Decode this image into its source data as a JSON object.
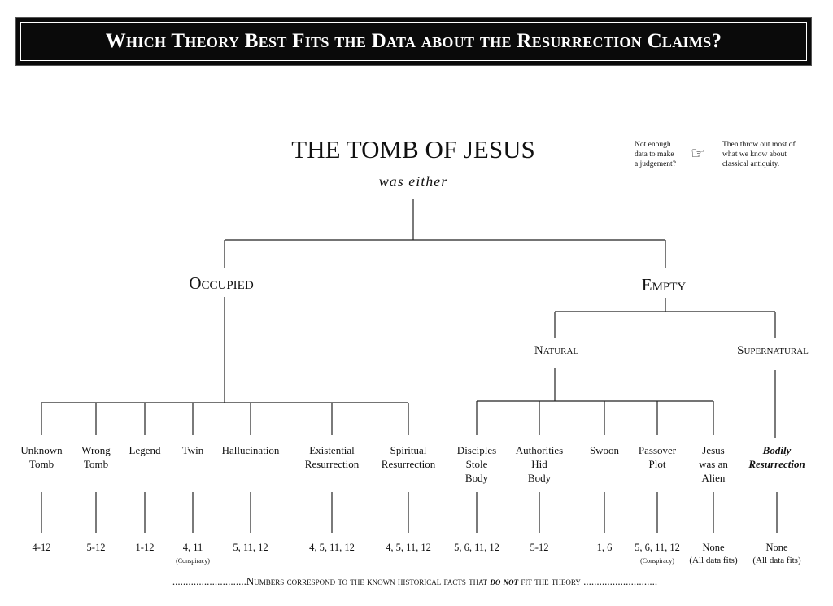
{
  "title": "Which Theory Best Fits the Data about the Resurrection Claims?",
  "root": {
    "title": "THE TOMB OF JESUS",
    "subtitle": "was either"
  },
  "note": {
    "left": [
      "Not enough",
      "data to make",
      "a judgement?"
    ],
    "icon": "pointing-hand-icon",
    "right": [
      "Then throw out most of",
      "what we know about",
      "classical antiquity."
    ]
  },
  "branches": {
    "occupied": "Occupied",
    "empty": "Empty",
    "natural": "Natural",
    "supernatural": "Supernatural"
  },
  "theories": [
    {
      "label": [
        "Unknown",
        "Tomb"
      ],
      "facts": "4-12"
    },
    {
      "label": [
        "Wrong",
        "Tomb"
      ],
      "facts": "5-12"
    },
    {
      "label": [
        "Legend"
      ],
      "facts": "1-12"
    },
    {
      "label": [
        "Twin"
      ],
      "facts": "4, 11",
      "note": "(Conspiracy)"
    },
    {
      "label": [
        "Hallucination"
      ],
      "facts": "5, 11, 12"
    },
    {
      "label": [
        "Existential",
        "Resurrection"
      ],
      "facts": "4, 5, 11, 12"
    },
    {
      "label": [
        "Spiritual",
        "Resurrection"
      ],
      "facts": "4, 5, 11, 12"
    },
    {
      "label": [
        "Disciples",
        "Stole",
        "Body"
      ],
      "facts": "5, 6, 11, 12"
    },
    {
      "label": [
        "Authorities",
        "Hid",
        "Body"
      ],
      "facts": "5-12"
    },
    {
      "label": [
        "Swoon"
      ],
      "facts": "1, 6"
    },
    {
      "label": [
        "Passover",
        "Plot"
      ],
      "facts": "5, 6, 11, 12",
      "note": "(Conspiracy)"
    },
    {
      "label": [
        "Jesus",
        "was an",
        "Alien"
      ],
      "facts": "None",
      "note": "(All data fits)"
    },
    {
      "label": [
        "Bodily",
        "Resurrection"
      ],
      "facts": "None",
      "note": "(All data fits)"
    }
  ],
  "footer": {
    "dots": "............................",
    "before": "Numbers correspond to the known historical facts that ",
    "emph": "do not",
    "after": " fit the theory "
  }
}
